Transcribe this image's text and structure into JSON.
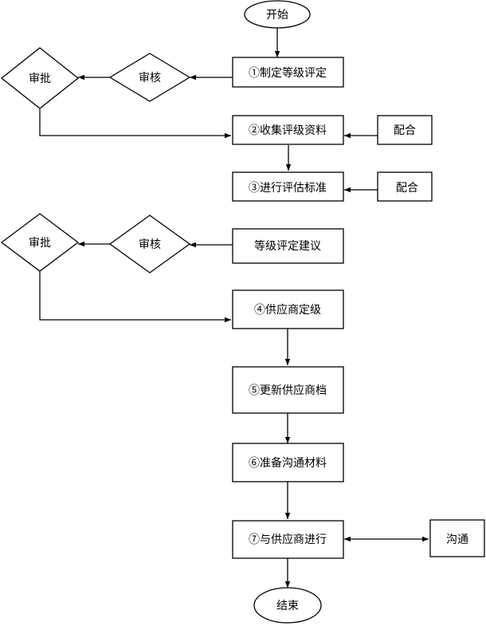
{
  "flowchart": {
    "start": "开始",
    "end": "结束",
    "steps": [
      "①制定等级评定",
      "②收集评级资料",
      "③进行评估标准",
      "④供应商定级",
      "⑤更新供应商档",
      "⑥准备沟通材料",
      "⑦与供应商进行"
    ],
    "recommendation": "等级评定建议",
    "cooperate": [
      "配合",
      "配合"
    ],
    "communicate": "沟通",
    "review": [
      "审核",
      "审核"
    ],
    "approve": [
      "审批",
      "审批"
    ]
  }
}
